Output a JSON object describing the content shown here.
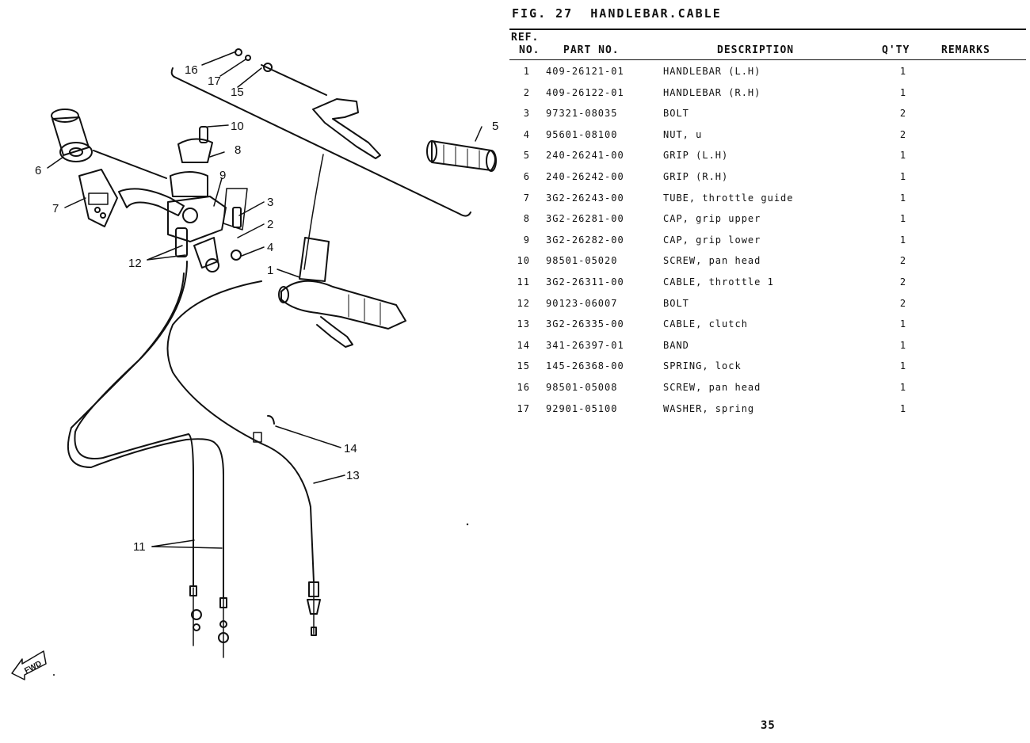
{
  "figure": {
    "title": "FIG. 27  HANDLEBAR.CABLE"
  },
  "table": {
    "headers": {
      "ref_line1": "REF.",
      "ref_line2": "NO.",
      "part_no": "PART NO.",
      "description": "DESCRIPTION",
      "qty": "Q'TY",
      "remarks": "REMARKS"
    },
    "rows": [
      {
        "ref": "1",
        "part_no": "409-26121-01",
        "description": "HANDLEBAR (L.H)",
        "qty": "1",
        "remarks": ""
      },
      {
        "ref": "2",
        "part_no": "409-26122-01",
        "description": "HANDLEBAR (R.H)",
        "qty": "1",
        "remarks": ""
      },
      {
        "ref": "3",
        "part_no": "97321-08035",
        "description": "BOLT",
        "qty": "2",
        "remarks": ""
      },
      {
        "ref": "4",
        "part_no": "95601-08100",
        "description": "NUT, u",
        "qty": "2",
        "remarks": ""
      },
      {
        "ref": "5",
        "part_no": "240-26241-00",
        "description": "GRIP (L.H)",
        "qty": "1",
        "remarks": ""
      },
      {
        "ref": "6",
        "part_no": "240-26242-00",
        "description": "GRIP (R.H)",
        "qty": "1",
        "remarks": ""
      },
      {
        "ref": "7",
        "part_no": "3G2-26243-00",
        "description": "TUBE, throttle guide",
        "qty": "1",
        "remarks": ""
      },
      {
        "ref": "8",
        "part_no": "3G2-26281-00",
        "description": "CAP, grip upper",
        "qty": "1",
        "remarks": ""
      },
      {
        "ref": "9",
        "part_no": "3G2-26282-00",
        "description": "CAP, grip lower",
        "qty": "1",
        "remarks": ""
      },
      {
        "ref": "10",
        "part_no": "98501-05020",
        "description": "SCREW, pan head",
        "qty": "2",
        "remarks": ""
      },
      {
        "ref": "11",
        "part_no": "3G2-26311-00",
        "description": "CABLE, throttle 1",
        "qty": "2",
        "remarks": ""
      },
      {
        "ref": "12",
        "part_no": "90123-06007",
        "description": "BOLT",
        "qty": "2",
        "remarks": ""
      },
      {
        "ref": "13",
        "part_no": "3G2-26335-00",
        "description": "CABLE, clutch",
        "qty": "1",
        "remarks": ""
      },
      {
        "ref": "14",
        "part_no": "341-26397-01",
        "description": "BAND",
        "qty": "1",
        "remarks": ""
      },
      {
        "ref": "15",
        "part_no": "145-26368-00",
        "description": "SPRING, lock",
        "qty": "1",
        "remarks": ""
      },
      {
        "ref": "16",
        "part_no": "98501-05008",
        "description": "SCREW, pan head",
        "qty": "1",
        "remarks": ""
      },
      {
        "ref": "17",
        "part_no": "92901-05100",
        "description": "WASHER, spring",
        "qty": "1",
        "remarks": ""
      }
    ]
  },
  "diagram": {
    "callouts": [
      "1",
      "2",
      "3",
      "4",
      "5",
      "6",
      "7",
      "8",
      "9",
      "10",
      "11",
      "12",
      "13",
      "14",
      "15",
      "16",
      "17"
    ],
    "fwd_label": "FWD"
  },
  "page": {
    "number": "35"
  }
}
